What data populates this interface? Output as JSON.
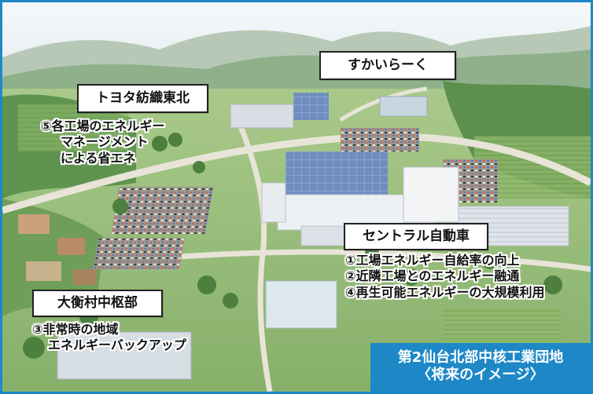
{
  "labels": {
    "sukairaku": "すかいらーく",
    "toyota": "トヨタ紡織東北",
    "central": "セントラル自動車",
    "ohira": "大衡村中枢部"
  },
  "notes": {
    "toyota": [
      "⑤各工場のエネルギー",
      "マネージメント",
      "による省エネ"
    ],
    "central": [
      "①工場エネルギー自給率の向上",
      "②近隣工場とのエネルギー融通",
      "④再生可能エネルギーの大規模利用"
    ],
    "ohira": [
      "③非常時の地域",
      "エネルギーバックアップ"
    ]
  },
  "title": {
    "line1": "第2仙台北部中核工業団地",
    "line2": "〈将来のイメージ〉"
  },
  "colors": {
    "frame": "#1e88c7",
    "title_bg": "#1e88c7"
  }
}
